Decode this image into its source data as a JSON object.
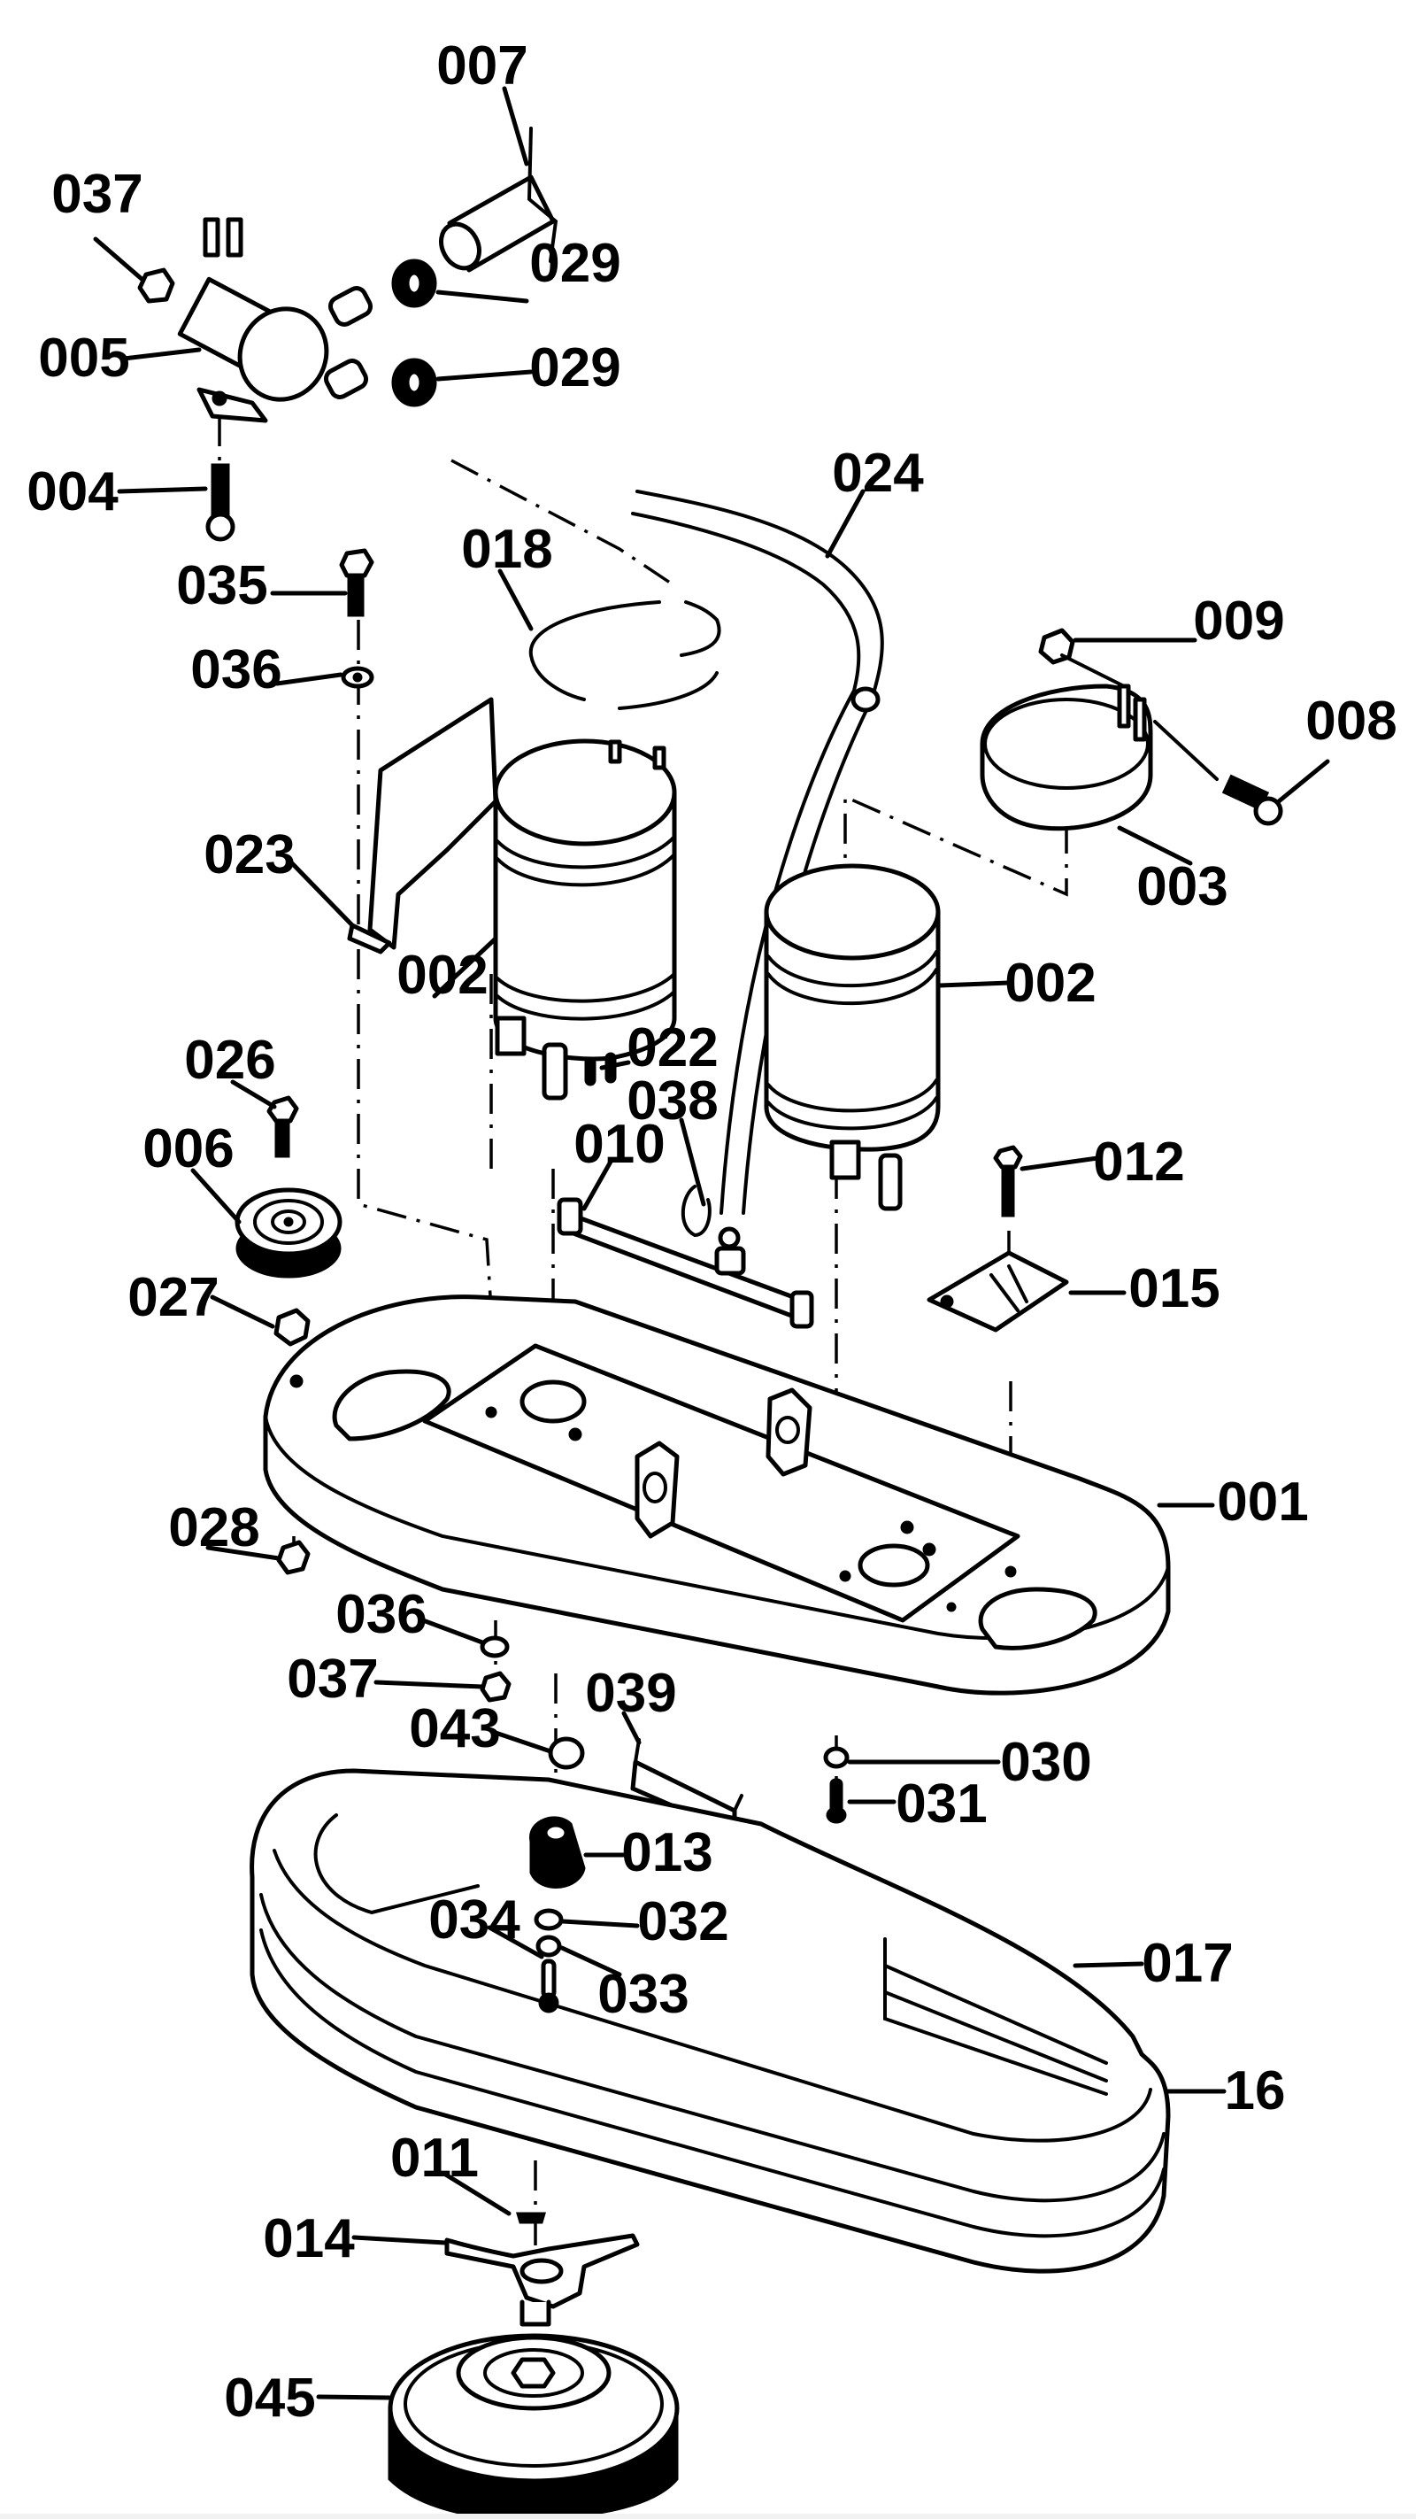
{
  "diagram": {
    "type": "exploded-parts-view",
    "title": "",
    "colors": {
      "ink": "#000000",
      "paper": "#ffffff"
    },
    "callouts": [
      {
        "id": "007",
        "label": "007",
        "part": "hose"
      },
      {
        "id": "037a",
        "label": "037",
        "part": "nut"
      },
      {
        "id": "029a",
        "label": "029",
        "part": "hose-clamp"
      },
      {
        "id": "005",
        "label": "005",
        "part": "solenoid-valve"
      },
      {
        "id": "029b",
        "label": "029",
        "part": "hose-clamp"
      },
      {
        "id": "004",
        "label": "004",
        "part": "bolt"
      },
      {
        "id": "024",
        "label": "024",
        "part": "water-hose"
      },
      {
        "id": "018",
        "label": "018",
        "part": "clamp-ring"
      },
      {
        "id": "035",
        "label": "035",
        "part": "bolt"
      },
      {
        "id": "009",
        "label": "009",
        "part": "nut"
      },
      {
        "id": "036a",
        "label": "036",
        "part": "washer"
      },
      {
        "id": "008",
        "label": "008",
        "part": "bolt"
      },
      {
        "id": "023",
        "label": "023",
        "part": "motor-bracket"
      },
      {
        "id": "003",
        "label": "003",
        "part": "motor-band-clamp"
      },
      {
        "id": "002a",
        "label": "002",
        "part": "motor"
      },
      {
        "id": "002b",
        "label": "002",
        "part": "motor"
      },
      {
        "id": "022",
        "label": "022",
        "part": "key"
      },
      {
        "id": "026",
        "label": "026",
        "part": "bolt"
      },
      {
        "id": "038",
        "label": "038",
        "part": "hook"
      },
      {
        "id": "006",
        "label": "006",
        "part": "pulley-wheel"
      },
      {
        "id": "010",
        "label": "010",
        "part": "water-distribution-tube"
      },
      {
        "id": "012",
        "label": "012",
        "part": "bolt"
      },
      {
        "id": "027",
        "label": "027",
        "part": "nut"
      },
      {
        "id": "015",
        "label": "015",
        "part": "plate"
      },
      {
        "id": "001",
        "label": "001",
        "part": "base-deck"
      },
      {
        "id": "028",
        "label": "028",
        "part": "nut"
      },
      {
        "id": "036b",
        "label": "036",
        "part": "washer"
      },
      {
        "id": "037b",
        "label": "037",
        "part": "nut"
      },
      {
        "id": "039",
        "label": "039",
        "part": "bracket"
      },
      {
        "id": "043",
        "label": "043",
        "part": "nut"
      },
      {
        "id": "030",
        "label": "030",
        "part": "washer"
      },
      {
        "id": "031",
        "label": "031",
        "part": "screw"
      },
      {
        "id": "013",
        "label": "013",
        "part": "drive-hub"
      },
      {
        "id": "034",
        "label": "034",
        "part": "screw"
      },
      {
        "id": "032",
        "label": "032",
        "part": "washer"
      },
      {
        "id": "033",
        "label": "033",
        "part": "washer"
      },
      {
        "id": "017",
        "label": "017",
        "part": "skirt-housing"
      },
      {
        "id": "016",
        "label": "16",
        "part": "bumper"
      },
      {
        "id": "011",
        "label": "011",
        "part": "spring-clip"
      },
      {
        "id": "014",
        "label": "014",
        "part": "brush-clutch-plate"
      },
      {
        "id": "045",
        "label": "045",
        "part": "brush"
      }
    ]
  }
}
